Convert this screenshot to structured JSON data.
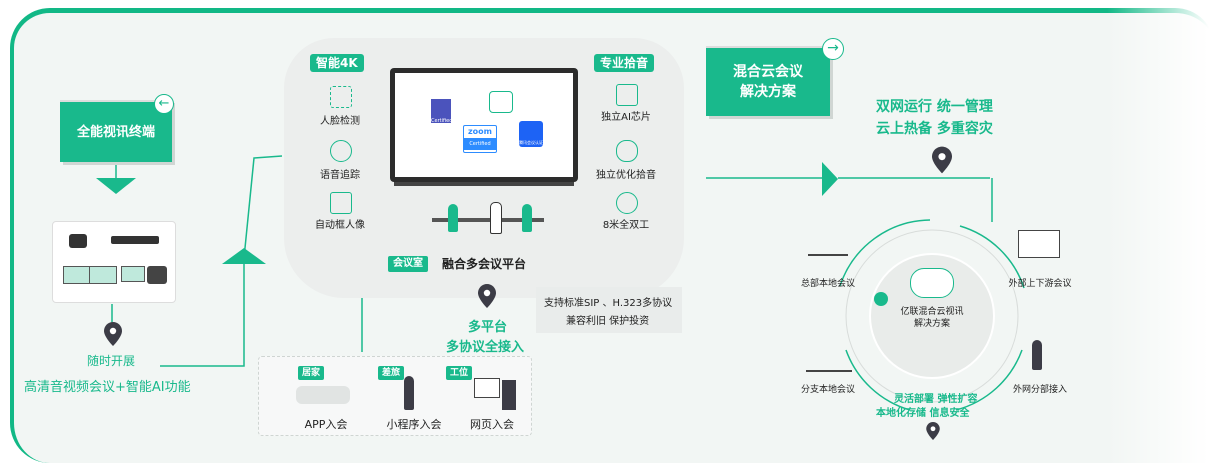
{
  "left": {
    "title": "全能视讯终端",
    "caption1": "随时开展",
    "caption2": "高清音视频会议+智能AI功能"
  },
  "center": {
    "tag_left": "智能4K",
    "tag_right": "专业拾音",
    "features_left": [
      "人脸检测",
      "语音追踪",
      "自动框人像"
    ],
    "features_right": [
      "独立AI芯片",
      "独立优化拾音",
      "8米全双工"
    ],
    "screen_certs": [
      "Certified",
      "zoom",
      "Certified",
      "腾讯会议认证"
    ],
    "room_tag": "会议室",
    "platform_label": "融合多会议平台",
    "protocol_line1": "支持标准SIP 、H.323多协议",
    "protocol_line2": "兼容利旧 保护投资",
    "multi_line1": "多平台",
    "multi_line2": "多协议全接入"
  },
  "access": {
    "items": [
      {
        "tag": "居家",
        "label": "APP入会"
      },
      {
        "tag": "差旅",
        "label": "小程序入会"
      },
      {
        "tag": "工位",
        "label": "网页入会"
      }
    ]
  },
  "right": {
    "title_line1": "混合云会议",
    "title_line2": "解决方案",
    "slogan_line1": "双网运行 统一管理",
    "slogan_line2": "云上热备 多重容灾",
    "center_line1": "亿联混合云视讯",
    "center_line2": "解决方案",
    "nodes": [
      "总部本地会议",
      "外部上下游会议",
      "分支本地会议",
      "外网分部接入"
    ],
    "bottom_line1": "灵活部署 弹性扩容",
    "bottom_line2": "本地化存储 信息安全"
  },
  "colors": {
    "accent": "#19b98c",
    "dark": "#3c3c46"
  }
}
